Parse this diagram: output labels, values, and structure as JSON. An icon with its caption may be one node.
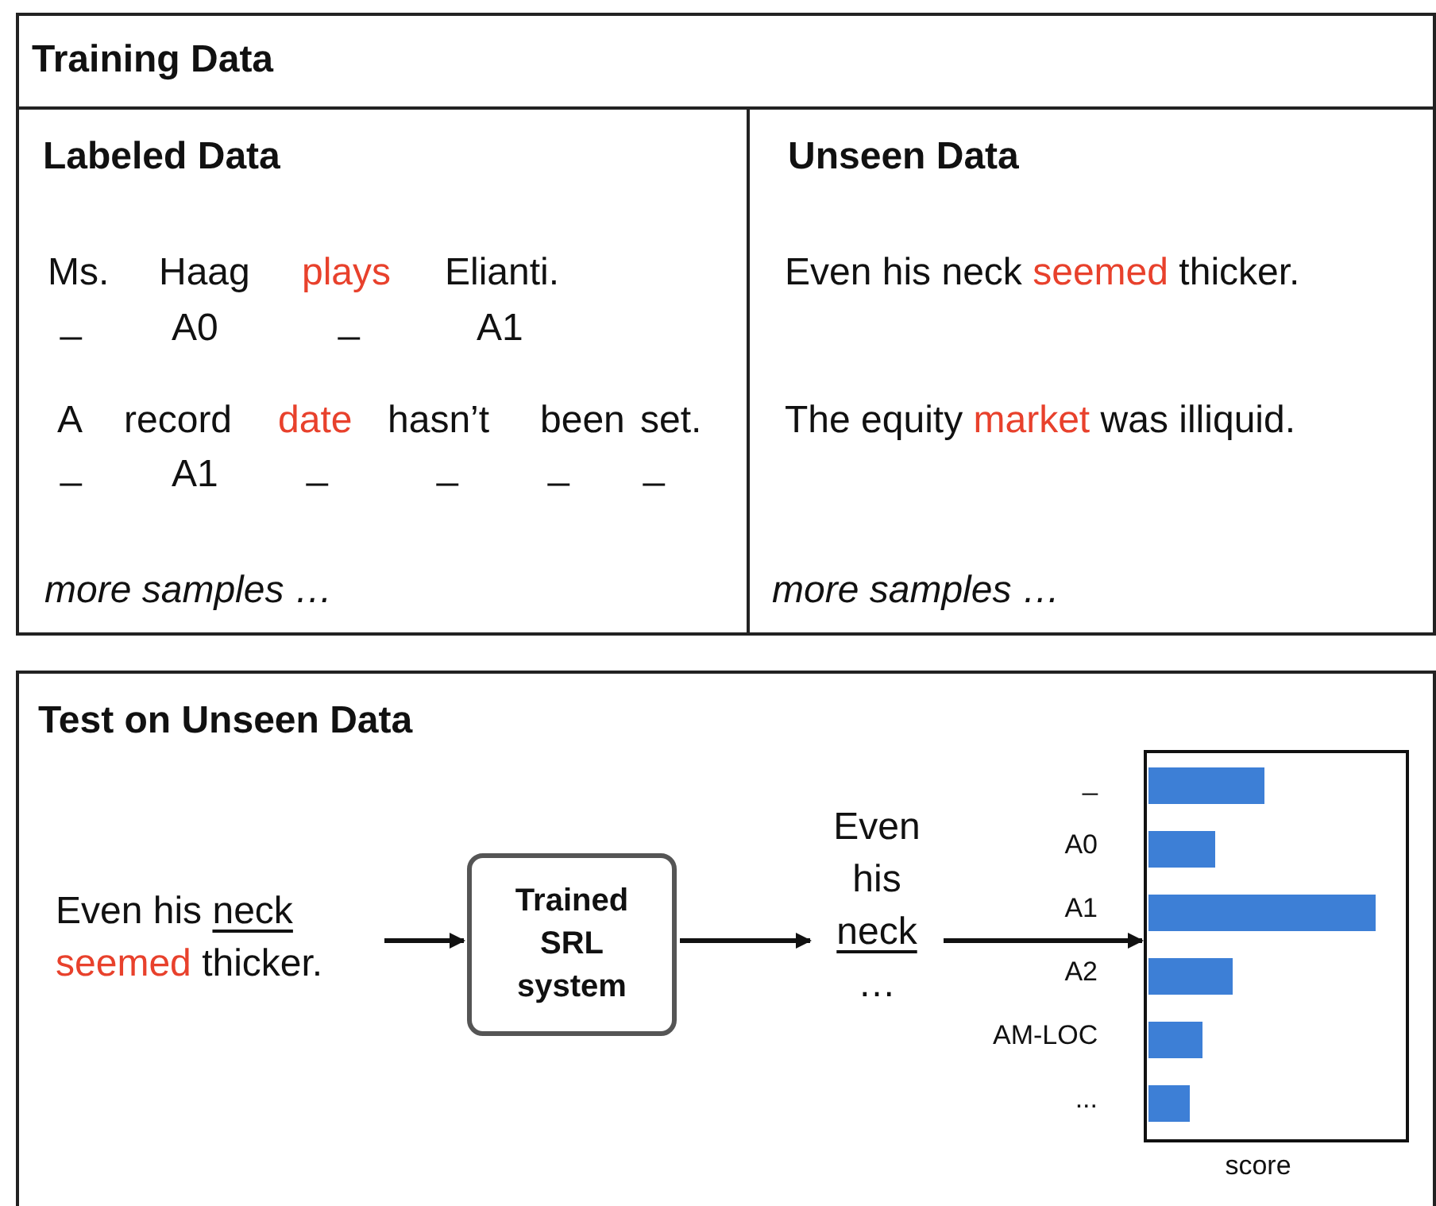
{
  "diagram": {
    "nodes": [
      {
        "text": [
          "Training Data"
        ]
      },
      {
        "text": [
          "Labeled Data"
        ],
        "in": 0
      },
      {
        "text": [
          "Unseen Data"
        ],
        "in": 0
      },
      {
        "text": [
          "Test on Unseen Data"
        ]
      },
      {
        "text": [
          "Even his neck seemed thicker."
        ],
        "in": 3
      },
      {
        "text": [
          "Even his neck …"
        ],
        "in": 3
      },
      {
        "text": [
          "Trained SRL system"
        ],
        "in": 3
      },
      {
        "text": [],
        "shape": "bar",
        "in": 3,
        "beside": [
          "score"
        ]
      }
    ],
    "edges": [
      {
        "from": 4,
        "to": 6,
        "arrow": "to"
      },
      {
        "from": 6,
        "to": 5,
        "arrow": "to"
      },
      {
        "from": 5,
        "to": 7,
        "arrow": "to"
      }
    ],
    "labels": [
      "Ms.",
      "Haag",
      "plays",
      "Elianti.",
      "_",
      "A0",
      "_",
      "A1",
      "A",
      "record",
      "date",
      "hasn’t",
      "been",
      "set.",
      "_",
      "A1",
      "_",
      "_",
      "_",
      "_",
      "more samples …",
      "Even his neck seemed thicker.",
      "The equity market was illiquid.",
      "more samples …",
      "_",
      "A0",
      "A1",
      "A2",
      "AM-LOC",
      "..."
    ]
  }
}
